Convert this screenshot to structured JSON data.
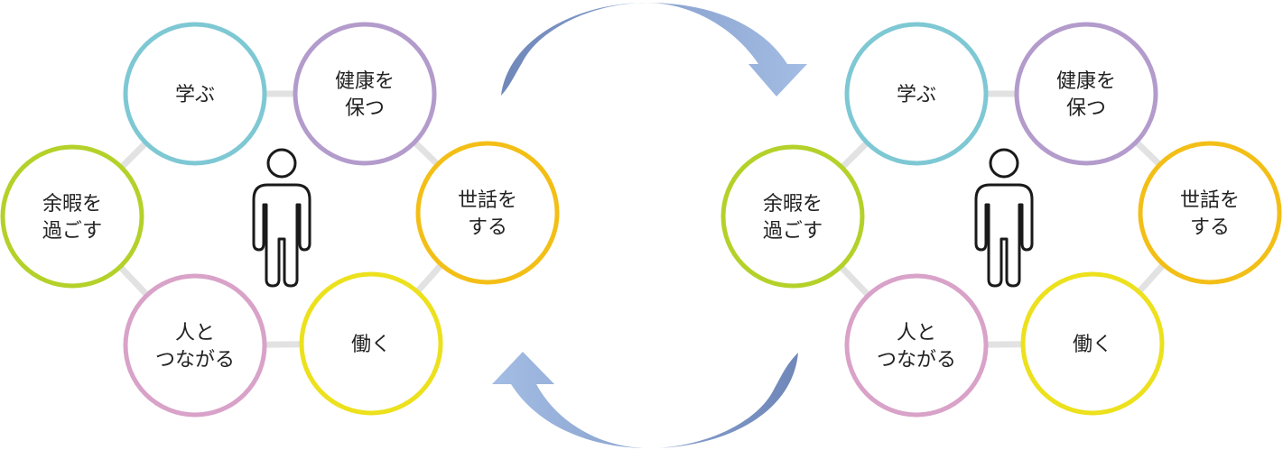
{
  "colors": {
    "learn": "#7ec8d4",
    "health": "#b39bcc",
    "care": "#f3bf17",
    "work": "#ece11c",
    "connect": "#d9a2c8",
    "leisure": "#b4d12a",
    "ring": "#e2e2e2",
    "arrow_dark": "#6f87b9",
    "arrow_light": "#9fb8e0"
  },
  "left_group": {
    "learn": [
      "学ぶ"
    ],
    "health": [
      "健康を",
      "保つ"
    ],
    "care": [
      "世話を",
      "する"
    ],
    "work": [
      "働く"
    ],
    "connect": [
      "人と",
      "つながる"
    ],
    "leisure": [
      "余暇を",
      "過ごす"
    ],
    "person_icon": "person-icon"
  },
  "right_group": {
    "learn": [
      "学ぶ"
    ],
    "health": [
      "健康を",
      "保つ"
    ],
    "care": [
      "世話を",
      "する"
    ],
    "work": [
      "働く"
    ],
    "connect": [
      "人と",
      "つながる"
    ],
    "leisure": [
      "余暇を",
      "過ごす"
    ],
    "person_icon": "person-icon"
  },
  "arrows": {
    "top": "curved-arrow-right-icon",
    "bottom": "curved-arrow-left-icon"
  }
}
